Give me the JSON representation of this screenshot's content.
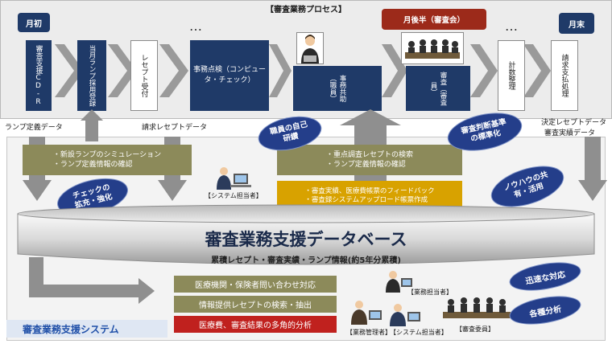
{
  "process": {
    "title": "【審査業務プロセス】",
    "start": "月初",
    "late_half": "月後半（審査会）",
    "end": "月末",
    "dots": "…",
    "steps": {
      "cdr": "審査支援CD-R",
      "lamp": "当月ランプ採用登録",
      "receipt": "レセプト受付",
      "check": "事務点検（コンピュータ・チェック）",
      "kyoryoku": "事務共助（職員）",
      "shinsa": "審査（審査員）",
      "keisu": "計数整理",
      "seikyu": "請求支払処理"
    }
  },
  "data_labels": {
    "lamp_def": "ランプ定義データ",
    "claim": "請求レセプトデータ",
    "decided": "決定レセプトデータ",
    "results": "審査実績データ"
  },
  "ovals": {
    "training": "職員の自己研鑽",
    "standard": "審査判断基準の標準化",
    "check": "チェックの拡充・強化",
    "knowhow": "ノウハウの共有・活用",
    "quick": "迅速な対応",
    "analysis": "各種分析"
  },
  "boxes": {
    "lamp_sim": "・新設ランプのシミュレーション\n・ランプ定義情報の確認",
    "priority": "・重点調査レセプトの検索\n・ランプ定義情報の確認",
    "feedback": "・審査実績、医療費帳票のフィードバック\n・審査録システムアップロード帳票作成",
    "inquiry": "医療機関・保険者問い合わせ対応",
    "search": "情報提供レセプトの検索・抽出",
    "multi": "医療費、審査結果の多角的分析"
  },
  "people": {
    "sys_admin": "【システム担当者】",
    "biz_admin": "【業務担当者】",
    "biz_mgr": "【業務管理者】",
    "sys_admin2": "【システム担当者】",
    "committee": "【審査委員】"
  },
  "db": {
    "title": "審査業務支援データベース",
    "subtitle": "累積レセプト・審査実績・ランプ情報(約5年分累積)"
  },
  "system_label": "審査業務支援システム",
  "colors": {
    "navy": "#1f3a68",
    "olive": "#8c8a5a",
    "gold": "#d8a200",
    "red": "#c0211e",
    "oval": "#243e8a",
    "system_text": "#1f4fa8"
  }
}
